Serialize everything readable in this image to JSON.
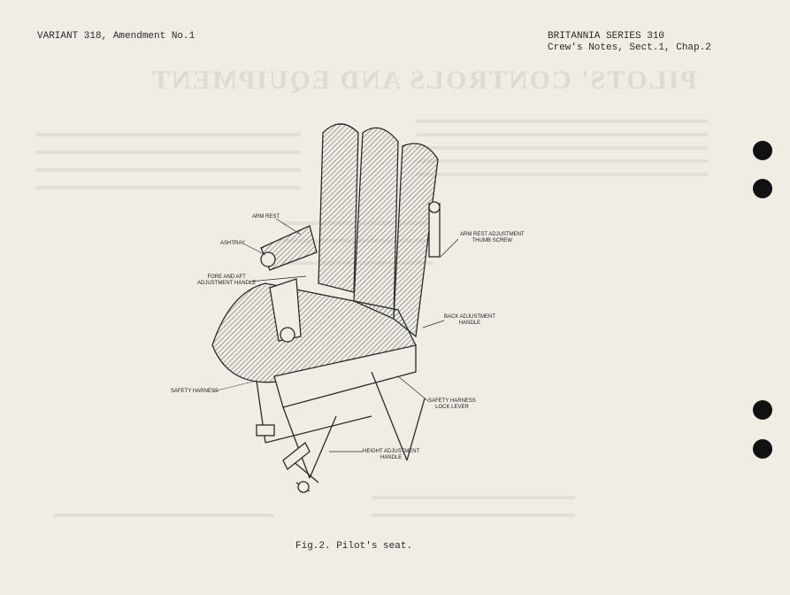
{
  "header": {
    "left": "VARIANT 318, Amendment No.1",
    "right_line1": "BRITANNIA SERIES 310",
    "right_line2": "Crew's Notes, Sect.1, Chap.2"
  },
  "bleed_through_title": "PILOTS' CONTROLS AND EQUIPMENT",
  "figure": {
    "labels": {
      "arm_rest": "ARM REST",
      "ashtray": "ASHTRAY",
      "fore_aft": "FORE AND AFT\nADJUSTMENT HANDLE",
      "arm_rest_adj": "ARM REST ADJUSTMENT\nTHUMB SCREW",
      "back_adj": "BACK ADJUSTMENT\nHANDLE",
      "safety_harness": "SAFETY HARNESS",
      "harness_lock": "SAFETY HARNESS\nLOCK LEVER",
      "height_adj": "HEIGHT ADJUSTMENT\nHANDLE"
    },
    "caption": "Fig.2.  Pilot's seat."
  },
  "colors": {
    "paper": "#efede4",
    "ink": "#2a2a2a",
    "hole": "#111111"
  }
}
